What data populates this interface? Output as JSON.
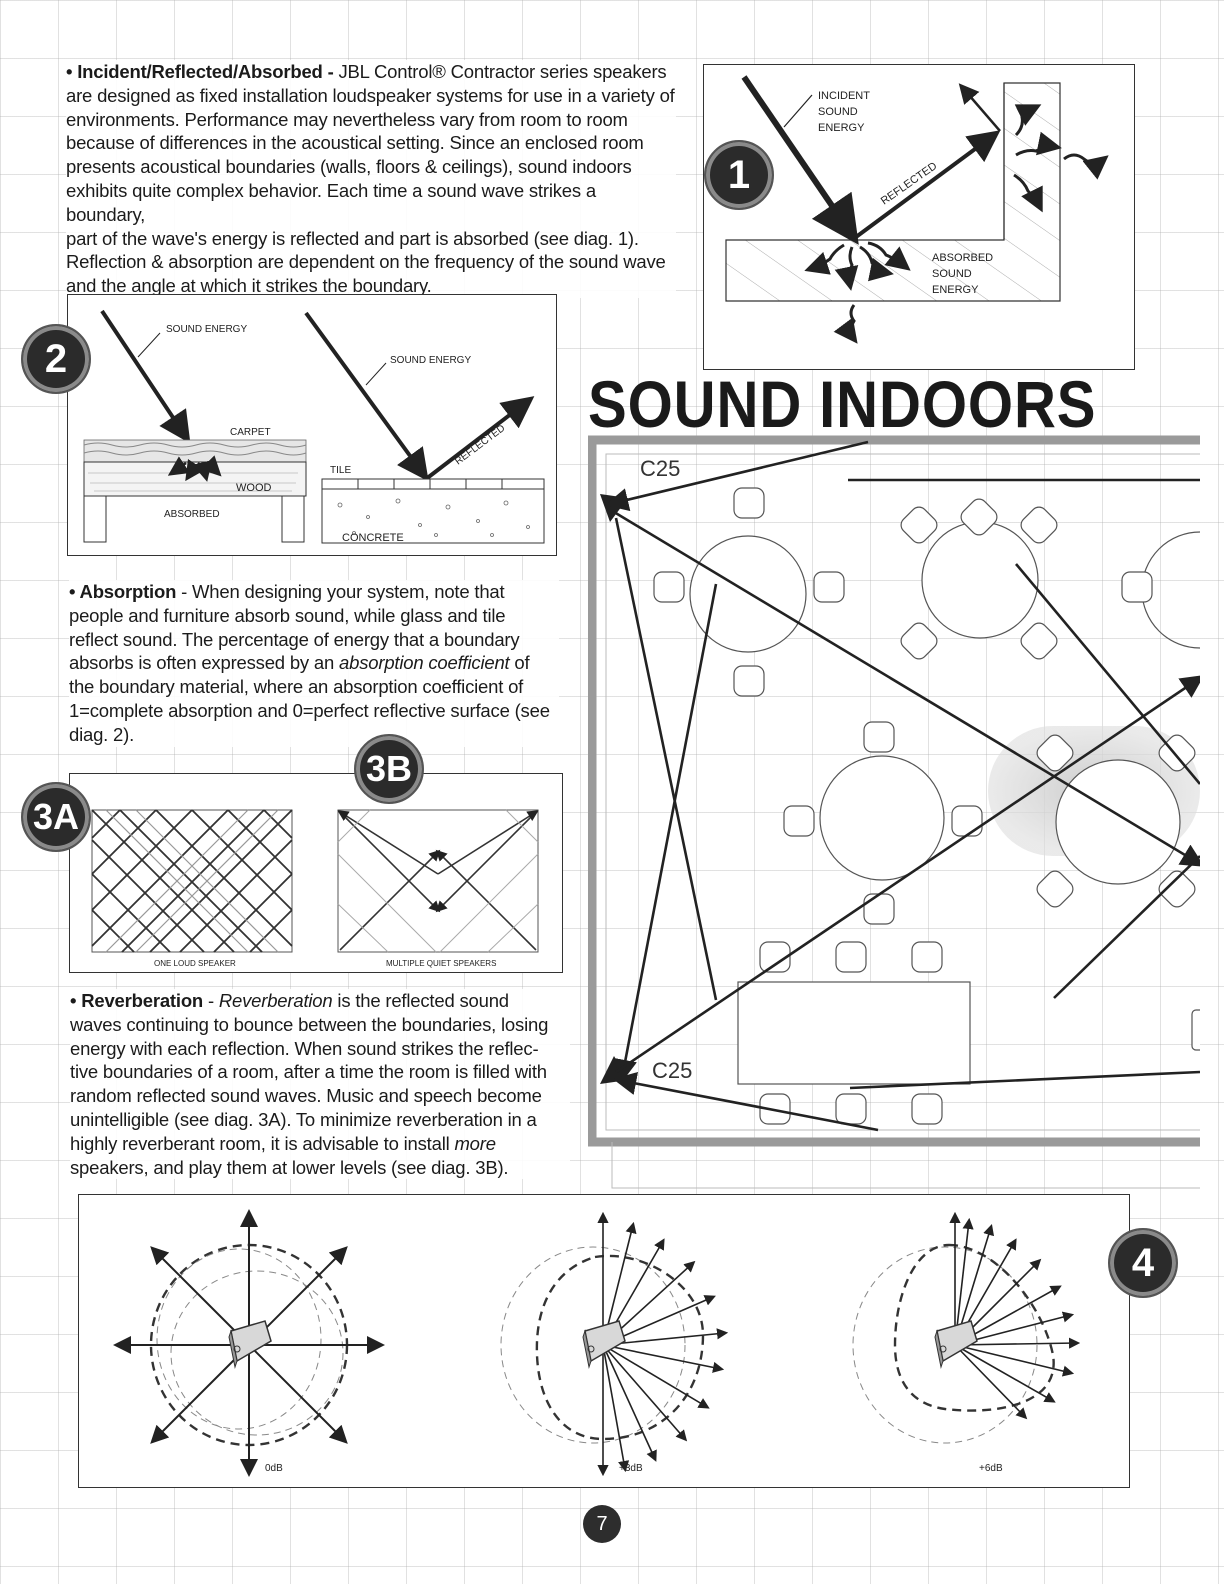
{
  "sections": {
    "incident": {
      "heading": "Incident/Reflected/Absorbed -",
      "lines": [
        " JBL Control® Contractor series speakers",
        "are designed as fixed installation loudspeaker systems for use in a variety of",
        "environments. Performance may nevertheless vary from room to room",
        "because of differences in the acoustical setting. Since an enclosed room",
        "presents acoustical boundaries (walls, floors & ceilings), sound indoors",
        "exhibits quite complex behavior. Each time a sound wave strikes a boundary,",
        "part of the wave's energy is reflected and part is absorbed (see diag. 1).",
        "Reflection & absorption are dependent on the frequency of the sound wave",
        "and the angle at which it strikes the boundary."
      ]
    },
    "absorption": {
      "heading": "Absorption",
      "line1_rest": " - When designing your system, note that",
      "line2": "people and furniture absorb sound, while glass and tile",
      "line3": "reflect sound. The percentage of energy that a boundary",
      "line4_pre": "absorbs is often expressed by an ",
      "line4_italic": "absorption coefficient",
      "line4_post": " of",
      "line5": "the boundary material, where an absorption coefficient of",
      "line6": "1=complete absorption and 0=perfect reflective surface (see",
      "line7": "diag. 2)."
    },
    "reverberation": {
      "heading": "Reverberation",
      "line1_mid": " - ",
      "line1_italic": "Reverberation",
      "line1_post": " is the reflected sound",
      "line2": "waves continuing to bounce between the boundaries, losing",
      "line3": "energy with each reflection. When sound strikes the reflec-",
      "line4": "tive boundaries of a room, after a time the room is filled with",
      "line5": "random reflected sound waves. Music and speech become",
      "line6": "unintelligible (see diag. 3A). To minimize reverberation in a",
      "line7_pre": "highly reverberant room, it is advisable to install ",
      "line7_italic": "more",
      "line8": "speakers, and play them at lower levels (see diag. 3B)."
    }
  },
  "title": "SOUND INDOORS",
  "diag1": {
    "badge": "1",
    "incident": [
      "INCIDENT",
      "SOUND",
      "ENERGY"
    ],
    "reflected": "REFLECTED",
    "absorbed": [
      "ABSORBED",
      "SOUND",
      "ENERGY"
    ]
  },
  "diag2": {
    "badge": "2",
    "sound_energy_left": "SOUND ENERGY",
    "sound_energy_right": "SOUND ENERGY",
    "carpet": "CARPET",
    "wood": "WOOD",
    "absorbed": "ABSORBED",
    "tile": "TILE",
    "concrete": "CONCRETE",
    "reflected": "REFLECTED"
  },
  "diag3": {
    "badge_a": "3A",
    "badge_b": "3B",
    "label_a": "ONE LOUD SPEAKER",
    "label_b": "MULTIPLE QUIET SPEAKERS"
  },
  "floorplan": {
    "speaker_top": "C25",
    "speaker_bottom": "C25"
  },
  "diag4": {
    "badge": "4",
    "labels": [
      "0dB",
      "+3dB",
      "+6dB"
    ]
  },
  "page_number": "7"
}
